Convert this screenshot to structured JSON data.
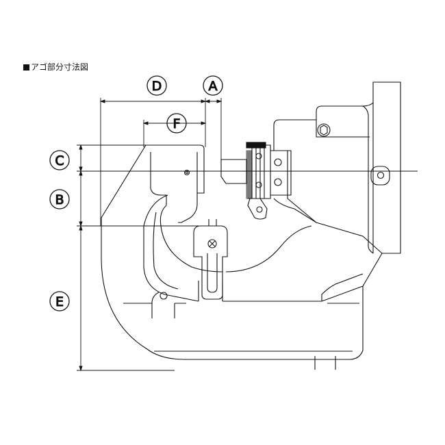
{
  "caption": "アゴ部分寸法図",
  "dimensions": {
    "A": "A",
    "B": "B",
    "C": "C",
    "D": "D",
    "E": "E",
    "F": "F"
  }
}
